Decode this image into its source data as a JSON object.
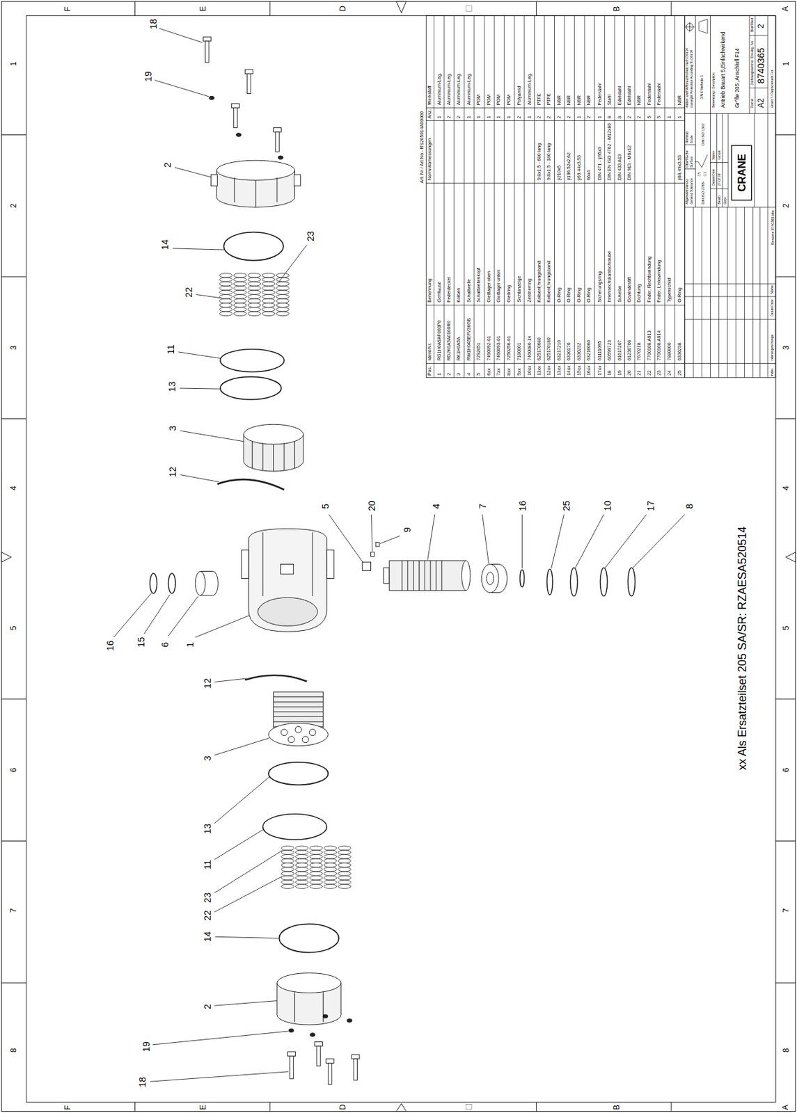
{
  "diagram": {
    "labels": [
      "F",
      "E",
      "D",
      "B",
      "A",
      "F",
      "E",
      "D",
      "B",
      "A",
      "1",
      "2",
      "3",
      "4",
      "5",
      "6",
      "7",
      "8",
      "1",
      "2",
      "3",
      "4",
      "5",
      "6",
      "7",
      "8",
      "18",
      "19",
      "2",
      "14",
      "22",
      "23",
      "11",
      "13",
      "3",
      "12",
      "16",
      "15",
      "6",
      "1",
      "5",
      "20",
      "9",
      "4",
      "7",
      "16",
      "25",
      "10",
      "17",
      "8",
      "12",
      "3",
      "13",
      "11",
      "23",
      "22",
      "14",
      "2",
      "19",
      "18",
      "Art. Nr / Art.No:- RS205014A00000",
      "Pos.",
      "Ident-Nr.",
      "Benennung",
      "Norm/Abmessungen",
      "Anz.",
      "Werkstoff",
      "1",
      "RG1H0A5AF000P0",
      "Geh‰use",
      "1",
      "Aluminium-Leg.",
      "2",
      "RD2K0A5A0100R0",
      "Federdeckel",
      "2",
      "Aluminium-Leg.",
      "3",
      "RK1H0A5A",
      "Kolben",
      "2",
      "Aluminium-Leg.",
      "4",
      "RW1H0A5EFV36GB",
      "Schaltwelle",
      "1",
      "Aluminium-Leg.",
      "5",
      "7292051",
      "Schaltwellenkopf",
      "1",
      "POM",
      "6xx",
      "7460092-01",
      "Gleitlager oben",
      "1",
      "POM",
      "7xx",
      "7460093-01",
      "Gleitlager unten",
      "1",
      "POM",
      "8xx",
      "7250256-01",
      "Gleitring",
      "1",
      "POM",
      "9xx",
      "7180001",
      "Sichtanzeige",
      "2",
      "Polyamid",
      "10xx",
      "7460080-14",
      "Zentrierring",
      "1",
      "Aluminium-Leg.",
      "11xx",
      "625170680",
      "Kolbenf¸hrungsband",
      "9,8x1,5 - 680 lang",
      "2",
      "PTFE",
      "12xx",
      "625170180",
      "Kolbenf¸hrungsband",
      "9,8x1,5 - 180 lang",
      "2",
      "PTFE",
      "13xx",
      "63217210",
      "O-Ring",
      "ÿ210x5",
      "2",
      "NBR",
      "14xx",
      "6330170",
      "O-Ring",
      "ÿ196,52x2,62",
      "2",
      "NBR",
      "15xx",
      "6330232",
      "O-Ring",
      "ÿ69,44x3,53",
      "1",
      "NBR",
      "16xx",
      "63216060",
      "O-Ring",
      "66x4",
      "2",
      "NBR",
      "17xx",
      "61111095",
      "Sicherungsring",
      "DIN 471 - ÿ95x3",
      "1",
      "Federstahl",
      "18",
      "60599723",
      "Innensechskantschraube",
      "DIN EN ISO 4762 - M12x80",
      "8",
      "Stahl",
      "19",
      "61617207",
      "Scheibe",
      "DIN 433 A13",
      "8",
      "Edelstahl",
      "20",
      "61230708",
      "Gewindestift",
      "DIN 913 - M6x12",
      "2",
      "Edelstahl",
      "21",
      "7670218",
      "Dichtung",
      "2",
      "NBR",
      "22",
      "7700108.A013",
      "Feder, Rechtswindung",
      "5",
      "Federstahl",
      "23",
      "7700108.A014",
      "Feder, Linkswindung",
      "5",
      "Federstahl",
      "24",
      "7880000",
      "Typenschild",
      "1",
      "25",
      "6330238",
      "O-Ring",
      "ÿ88,49x3,53",
      "1",
      "NBR",
      "Allgemeintoleranz",
      "General Tolerance",
      "Oberfl‰che",
      "Surface",
      "Maflstab",
      "Scale",
      "rheber- und Miflbrauchschutz nach DIN 34",
      "copyright Protection According To DIN 34",
      "DIN ISO 2768-",
      "0,5",
      "0,3",
      "DIN ISO 1302",
      "DIN 6 Methode 1",
      "Datum/Date",
      "Name",
      "Bearb.",
      "27.02.09",
      "Gavali",
      "Gepr.",
      "Benennung / Description",
      "Antrieb Bauart 5,Einfachwirkend",
      "Gr^fle 205 ,Anschlufl F14",
      "CRANE",
      "Format",
      "Zeichnungsnummer / Drawing - No.",
      "Blatt/Sheet",
      "A2",
      "8740365",
      "2",
      "Ersatz f / Replacement For",
      "Rename 8740365.idw",
      "Index",
      "nderungen/ hange",
      "Datum/Date",
      "Name",
      "xx Als Ersatzteilset 205 SA/SR: RZAESA520514"
    ]
  }
}
